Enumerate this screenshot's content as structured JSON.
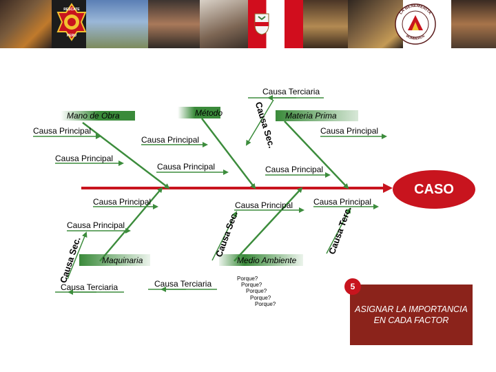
{
  "banner": {
    "badge_top": "RESCATE",
    "badge_bottom": "PERU",
    "seal_top": "LA BENEMERITA",
    "seal_bottom": "BOMBEROS"
  },
  "diagram": {
    "effect": "CASO",
    "top_tertiary": "Causa Terciaria",
    "categories": {
      "mano_de_obra": "Mano de Obra",
      "metodo": "Método",
      "materia_prima": "Materia Prima",
      "maquinaria": "Maquinaria",
      "medio_ambiente": "Medio Ambiente"
    },
    "principal": "Causa Principal",
    "secondary_vertical": "Causa Sec.",
    "tertiary_vertical": "Causa Terc.",
    "tertiary": "Causa Terciaria",
    "porque": [
      "Porque?",
      "Porque?",
      "Porque?",
      "Porque?",
      "Porque?"
    ]
  },
  "callout": {
    "number": "5",
    "text": "ASIGNAR LA IMPORTANCIA EN CADA FACTOR"
  },
  "colors": {
    "spine": "#c8141e",
    "arrows": "#3c8c3c",
    "category_bg": "#3a8a3a",
    "factor_box": "#8b231b"
  }
}
